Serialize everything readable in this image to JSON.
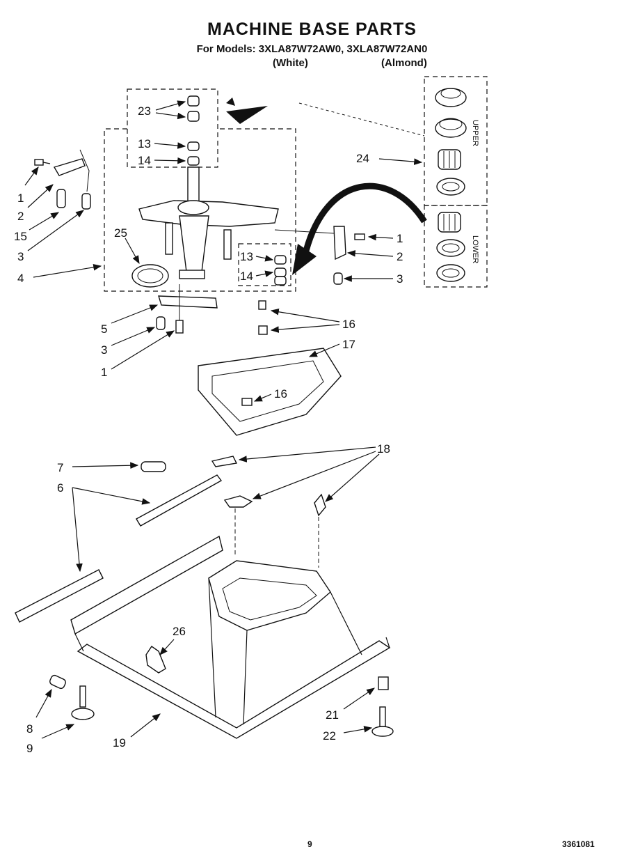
{
  "header": {
    "title": "MACHINE BASE PARTS",
    "models_line": "For Models: 3XLA87W72AW0,   3XLA87W72AN0",
    "color_white": "(White)",
    "color_almond": "(Almond)"
  },
  "kit_labels": {
    "upper": "UPPER",
    "lower": "LOWER"
  },
  "callouts": {
    "c23": "23",
    "c13a": "13",
    "c14a": "14",
    "c24": "24",
    "c1a": "1",
    "c2a": "2",
    "c15": "15",
    "c3a": "3",
    "c4": "4",
    "c25": "25",
    "c13b": "13",
    "c14b": "14",
    "c1b": "1",
    "c2b": "2",
    "c3b": "3",
    "c5": "5",
    "c3c": "3",
    "c1c": "1",
    "c16a": "16",
    "c17": "17",
    "c16b": "16",
    "c7": "7",
    "c6": "6",
    "c18": "18",
    "c26": "26",
    "c8": "8",
    "c9": "9",
    "c19": "19",
    "c21": "21",
    "c22": "22"
  },
  "footer": {
    "page": "9",
    "code": "3361081"
  }
}
